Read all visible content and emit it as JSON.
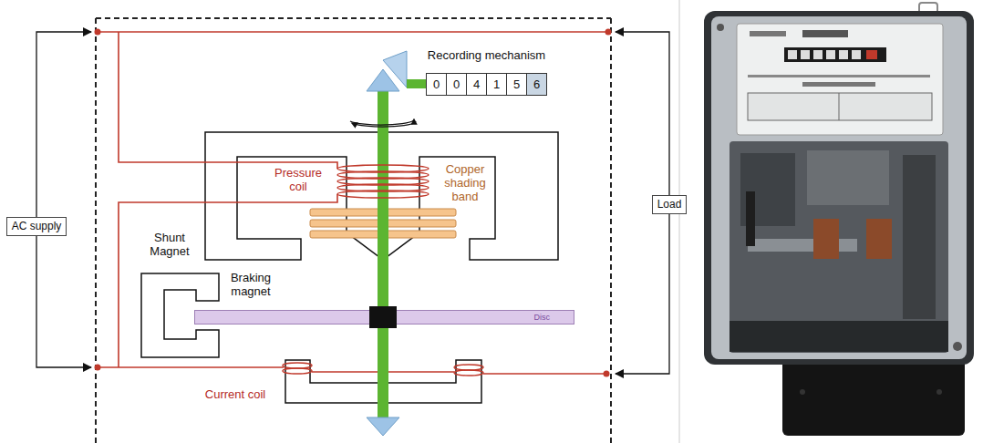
{
  "diagram": {
    "nodes": [
      {
        "text": [
          "Recording mechanism"
        ]
      },
      {
        "text": [
          "0"
        ],
        "in": 0
      },
      {
        "text": [
          "0"
        ],
        "in": 0
      },
      {
        "text": [
          "4"
        ],
        "in": 0
      },
      {
        "text": [
          "1"
        ],
        "in": 0
      },
      {
        "text": [
          "5"
        ],
        "in": 0
      },
      {
        "text": [
          "6"
        ],
        "in": 0
      },
      {
        "text": [
          "AC supply"
        ]
      },
      {
        "text": [
          "Load"
        ]
      },
      {
        "text": [
          "Disc"
        ]
      }
    ],
    "labels": [
      "Pressure coil",
      "Copper shading band",
      "Shunt Magnet",
      "Braking magnet",
      "Current coil"
    ]
  }
}
